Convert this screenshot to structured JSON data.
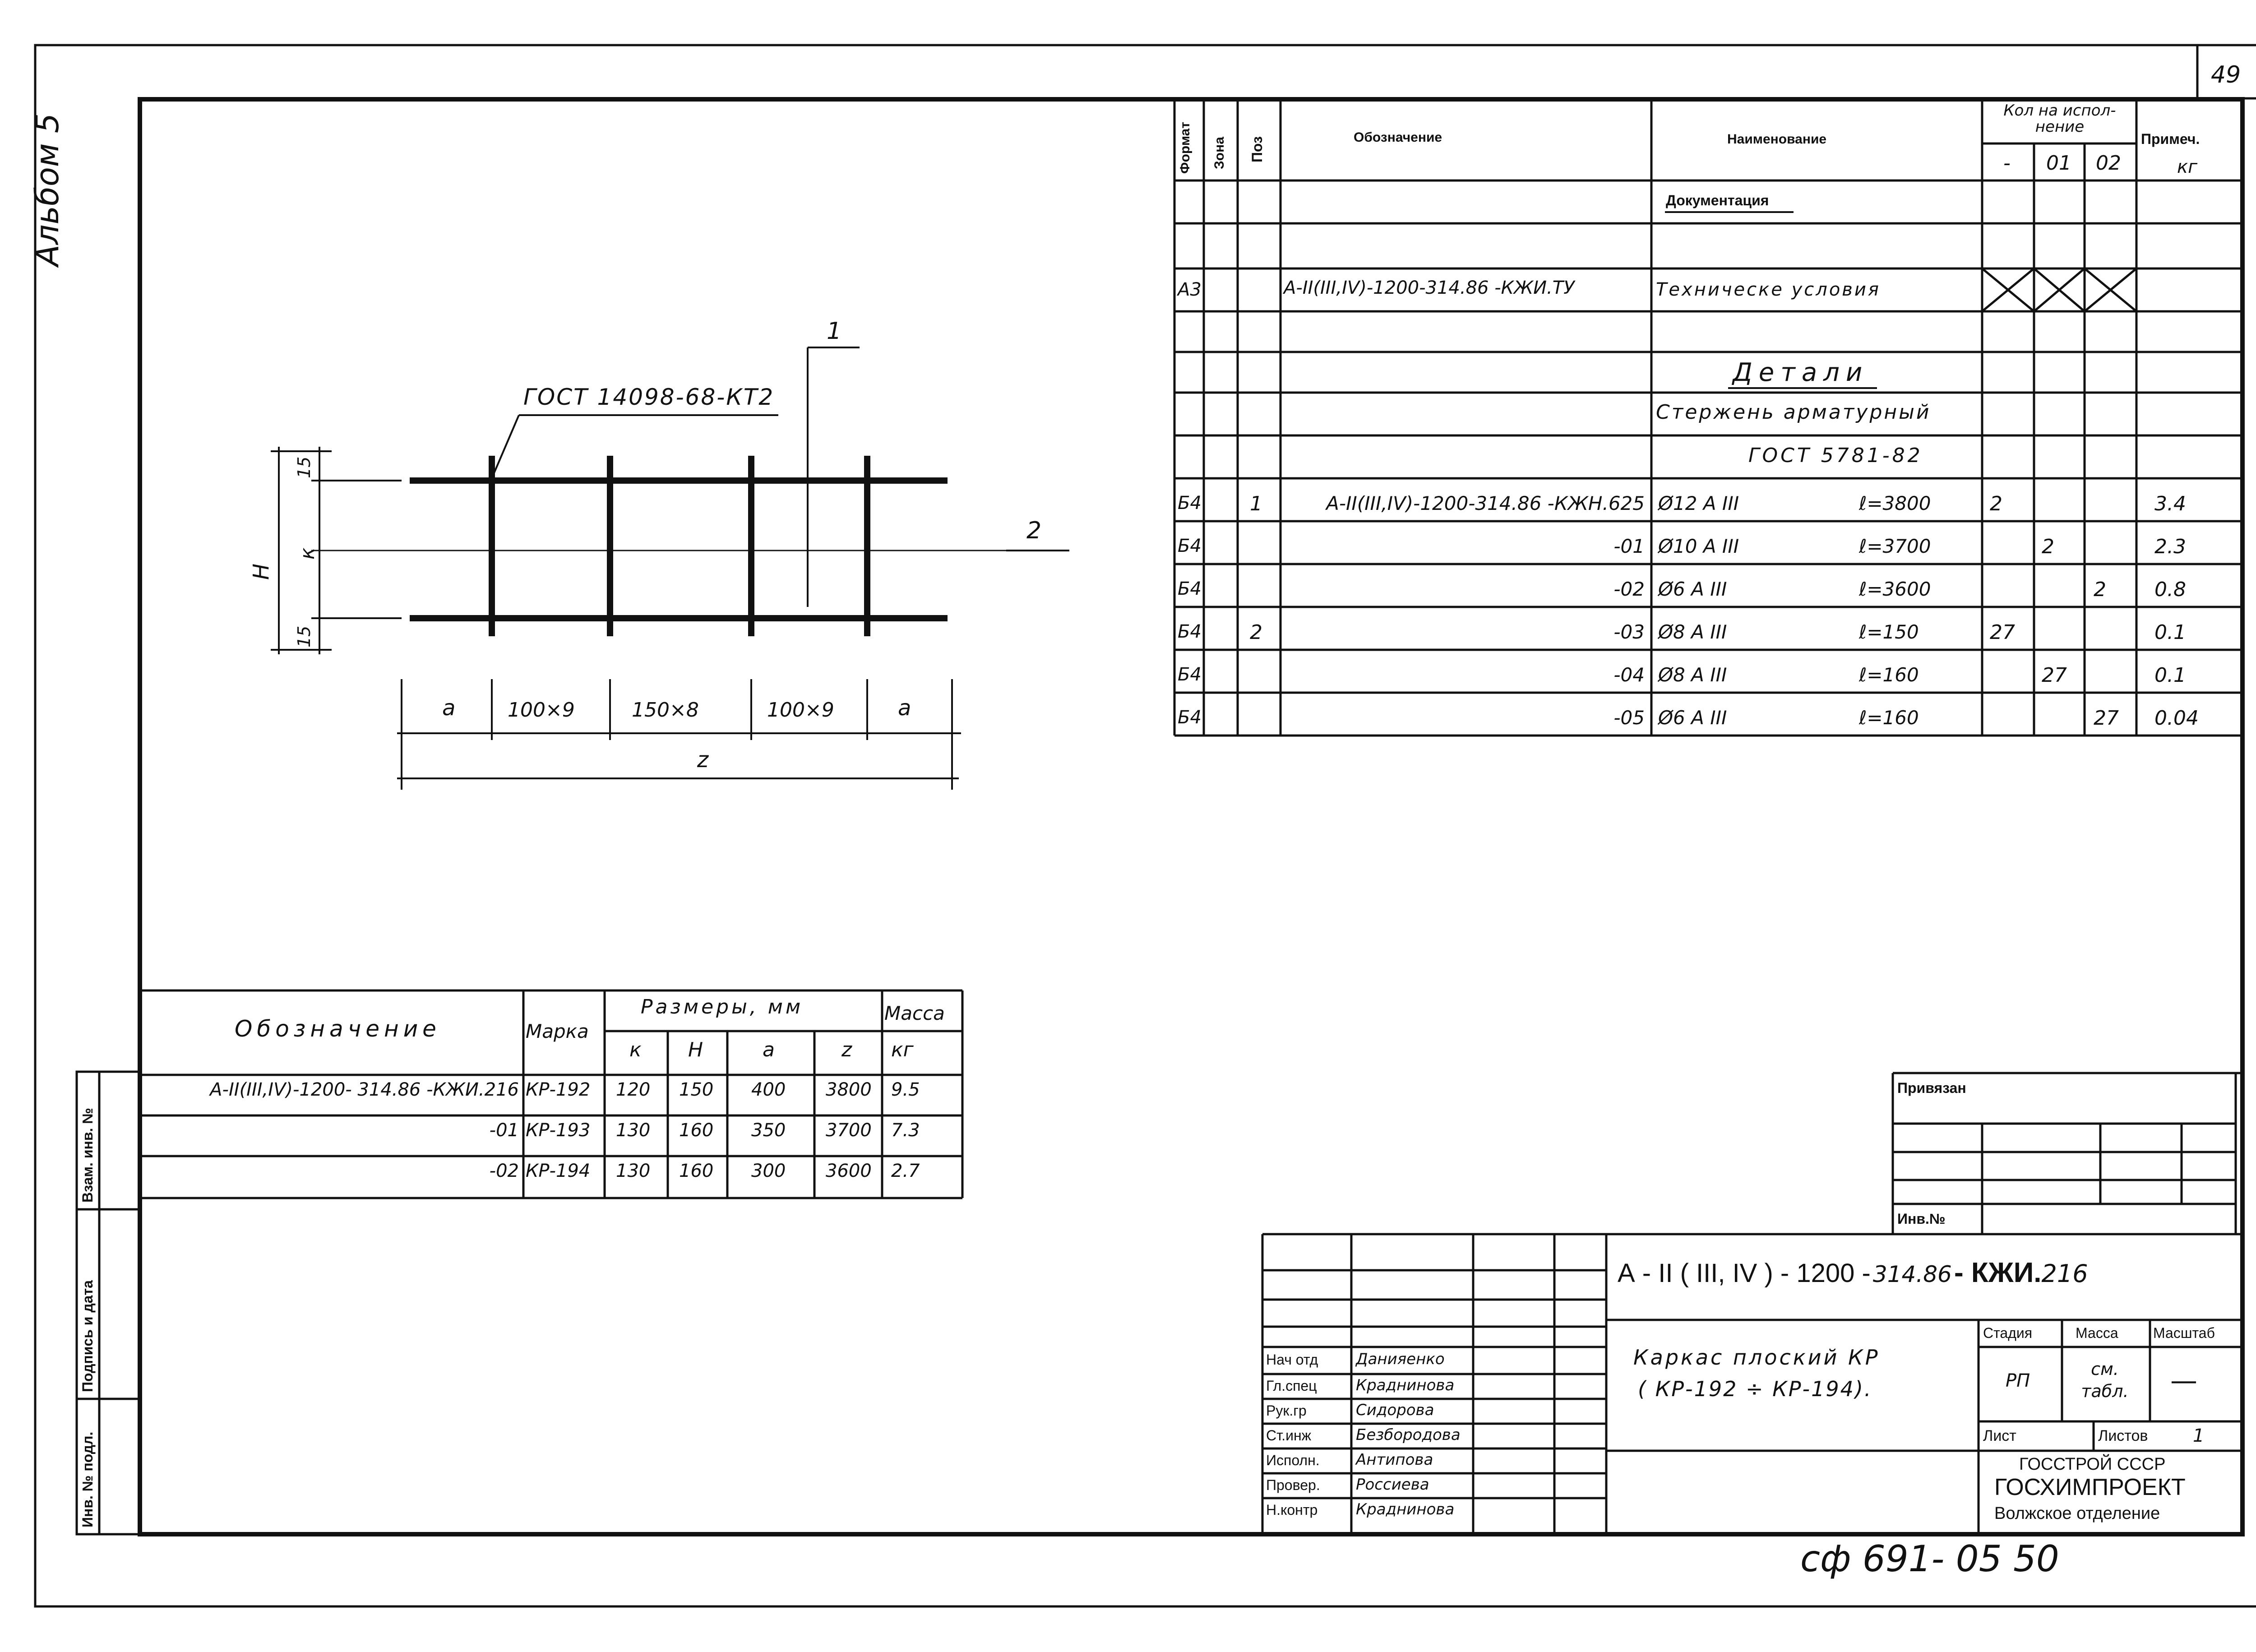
{
  "sheet": {
    "page_number": "49",
    "album": "Альбом 5",
    "bottom_code": "сф 691- 05  50"
  },
  "spec_table": {
    "headers": {
      "format": "Формат",
      "zone": "Зона",
      "pos": "Поз",
      "designation": "Обозначение",
      "name": "Наименование",
      "qty": "Кол на испол-нение",
      "qty_cols": [
        "-",
        "01",
        "02"
      ],
      "note": "Примеч.",
      "note_unit": "кг"
    },
    "section_documentation": "Документация",
    "doc_row": {
      "format": "А3",
      "designation": "А-II(III,IV)-1200-314.86 -КЖИ.ТУ",
      "name": "Техническе условия"
    },
    "section_details": "Детали",
    "details_subtitle_1": "Стержень арматурный",
    "details_subtitle_2": "ГОСТ 5781-82",
    "rows": [
      {
        "format": "Б4",
        "pos": "1",
        "designation": "А-II(III,IV)-1200-314.86 -КЖН.625",
        "dia": "Ø12 А III",
        "length": "ℓ=3800",
        "q0": "2",
        "q1": "",
        "q2": "",
        "note": "3.4"
      },
      {
        "format": "Б4",
        "pos": "",
        "designation": "-01",
        "dia": "Ø10 А III",
        "length": "ℓ=3700",
        "q0": "",
        "q1": "2",
        "q2": "",
        "note": "2.3"
      },
      {
        "format": "Б4",
        "pos": "",
        "designation": "-02",
        "dia": "Ø6 А III",
        "length": "ℓ=3600",
        "q0": "",
        "q1": "",
        "q2": "2",
        "note": "0.8"
      },
      {
        "format": "Б4",
        "pos": "2",
        "designation": "-03",
        "dia": "Ø8 А III",
        "length": "ℓ=150",
        "q0": "27",
        "q1": "",
        "q2": "",
        "note": "0.1"
      },
      {
        "format": "Б4",
        "pos": "",
        "designation": "-04",
        "dia": "Ø8 А III",
        "length": "ℓ=160",
        "q0": "",
        "q1": "27",
        "q2": "",
        "note": "0.1"
      },
      {
        "format": "Б4",
        "pos": "",
        "designation": "-05",
        "dia": "Ø6 А III",
        "length": "ℓ=160",
        "q0": "",
        "q1": "",
        "q2": "27",
        "note": "0.04"
      }
    ]
  },
  "drawing": {
    "weld_label": "ГОСТ 14098-68-КТ2",
    "callout_1": "1",
    "callout_2": "2",
    "dim_15_top": "15",
    "dim_k": "к",
    "dim_15_bottom": "15",
    "dim_h": "Н",
    "dims_bottom": [
      "а",
      "100×9",
      "150×8",
      "100×9",
      "а"
    ],
    "dim_z": "z"
  },
  "size_table": {
    "headers": {
      "designation": "Обозначение",
      "mark": "Марка",
      "sizes": "Размеры, мм",
      "mass": "Масса",
      "mass_unit": "кг",
      "cols": [
        "к",
        "Н",
        "а",
        "z"
      ]
    },
    "rows": [
      {
        "designation": "А-II(III,IV)-1200- 314.86 -КЖИ.216",
        "mark": "КР-192",
        "k": "120",
        "h": "150",
        "a": "400",
        "z": "3800",
        "mass": "9.5"
      },
      {
        "designation": "-01",
        "mark": "КР-193",
        "k": "130",
        "h": "160",
        "a": "350",
        "z": "3700",
        "mass": "7.3"
      },
      {
        "designation": "-02",
        "mark": "КР-194",
        "k": "130",
        "h": "160",
        "a": "300",
        "z": "3600",
        "mass": "2.7"
      }
    ]
  },
  "side_stamp": {
    "inv_podl": "Инв. № подл.",
    "podpis": "Подпись и дата",
    "vzam": "Взам. инв. №"
  },
  "binding": {
    "privyazan": "Привязан",
    "inv_no": "Инв.№"
  },
  "title_block": {
    "code_main": "А - II ( III, IV ) - 1200 -",
    "code_num": "314.86",
    "code_suffix": "- КЖИ.",
    "code_end": "216",
    "title_1": "Каркас плоский КР",
    "title_2": "( КР-192 ÷ КР-194).",
    "stage_label": "Стадия",
    "mass_label": "Масса",
    "scale_label": "Масштаб",
    "stage_value": "РП",
    "mass_value": "см. табл.",
    "scale_value": "—",
    "sheet_label": "Лист",
    "sheets_label": "Листов",
    "sheets_value": "1",
    "org_1": "ГОССТРОЙ СССР",
    "org_2": "ГОСХИМПРОЕКТ",
    "org_3": "Волжское отделение",
    "roles": [
      {
        "role": "Нач отд",
        "name": "Данияенко"
      },
      {
        "role": "Гл.спец",
        "name": "Краднинова"
      },
      {
        "role": "Рук.гр",
        "name": "Сидорова"
      },
      {
        "role": "Ст.инж",
        "name": "Безбородова"
      },
      {
        "role": "Исполн.",
        "name": "Антипова"
      },
      {
        "role": "Провер.",
        "name": "Россиева"
      },
      {
        "role": "Н.контр",
        "name": "Краднинова"
      }
    ]
  }
}
